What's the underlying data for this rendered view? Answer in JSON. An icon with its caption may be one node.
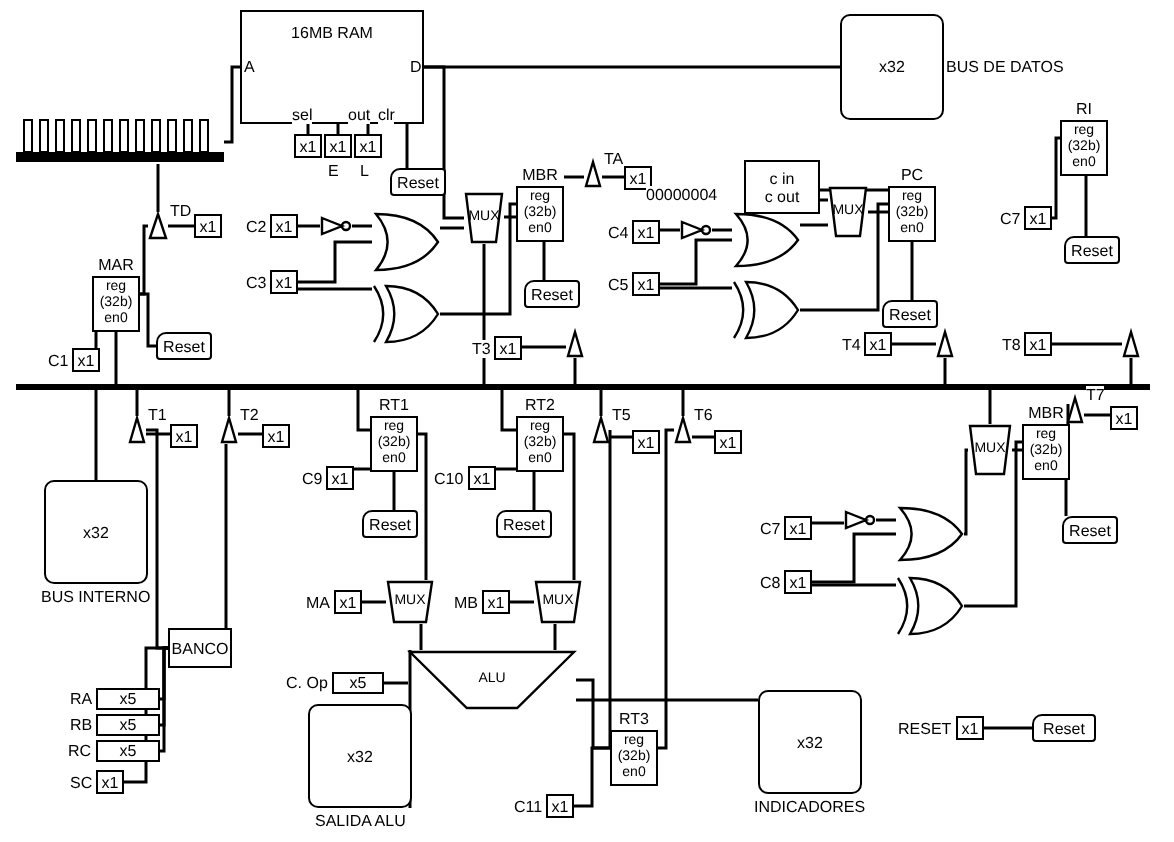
{
  "diagram": {
    "nodes": [
      {
        "text": [
          "16MB RAM"
        ]
      },
      {
        "text": [
          "x1"
        ]
      },
      {
        "text": [
          "x1"
        ]
      },
      {
        "text": [
          "x1"
        ]
      },
      {
        "text": [
          "Reset"
        ]
      },
      {
        "text": [
          "x32"
        ],
        "beside": [
          "BUS DE DATOS"
        ]
      },
      {
        "text": [],
        "shape": "bar"
      },
      {
        "text": [],
        "shape": "triangle",
        "beside": [
          "TD"
        ]
      },
      {
        "text": [
          "x1"
        ]
      },
      {
        "text": [
          "MAR",
          "reg (32b) en0"
        ]
      },
      {
        "text": [
          "x1"
        ],
        "beside": [
          "C1"
        ]
      },
      {
        "text": [
          "Reset"
        ]
      },
      {
        "text": [
          "x1"
        ],
        "beside": [
          "C2"
        ]
      },
      {
        "text": [
          "x1"
        ],
        "beside": [
          "C3"
        ]
      },
      {
        "text": [],
        "shape": "gate"
      },
      {
        "text": [],
        "shape": "gate"
      },
      {
        "text": [],
        "shape": "gate"
      },
      {
        "text": [
          "MUX"
        ]
      },
      {
        "text": [
          "MBR",
          "reg (32b) en0"
        ]
      },
      {
        "text": [
          "Reset"
        ]
      },
      {
        "text": [],
        "shape": "triangle",
        "beside": [
          "TA"
        ]
      },
      {
        "text": [
          "x1"
        ]
      },
      {
        "text": [],
        "shape": "triangle"
      },
      {
        "text": [
          "x1"
        ],
        "beside": [
          "T3"
        ]
      },
      {
        "text": [
          "c in",
          "c out"
        ]
      },
      {
        "text": [
          "MUX"
        ]
      },
      {
        "text": [
          "PC",
          "reg (32b) en0"
        ]
      },
      {
        "text": [
          "Reset"
        ]
      },
      {
        "text": [
          "x1"
        ],
        "beside": [
          "C4"
        ]
      },
      {
        "text": [
          "x1"
        ],
        "beside": [
          "C5"
        ]
      },
      {
        "text": [],
        "shape": "gate"
      },
      {
        "text": [],
        "shape": "gate"
      },
      {
        "text": [],
        "shape": "gate"
      },
      {
        "text": [
          "x1"
        ],
        "beside": [
          "T4"
        ]
      },
      {
        "text": [],
        "shape": "triangle"
      },
      {
        "text": [
          "RI",
          "reg (32b) en0"
        ]
      },
      {
        "text": [
          "x1"
        ],
        "beside": [
          "C7"
        ]
      },
      {
        "text": [
          "Reset"
        ]
      },
      {
        "text": [
          "x1"
        ],
        "beside": [
          "T8"
        ]
      },
      {
        "text": [],
        "shape": "triangle"
      },
      {
        "text": [],
        "shape": "triangle",
        "beside": [
          "T1"
        ]
      },
      {
        "text": [
          "x1"
        ]
      },
      {
        "text": [],
        "shape": "triangle",
        "beside": [
          "T2"
        ]
      },
      {
        "text": [
          "x1"
        ]
      },
      {
        "text": [
          "x32"
        ],
        "beside": [
          "BUS INTERNO"
        ]
      },
      {
        "text": [
          "RT1",
          "reg (32b) en0"
        ]
      },
      {
        "text": [
          "x1"
        ],
        "beside": [
          "C9"
        ]
      },
      {
        "text": [
          "Reset"
        ]
      },
      {
        "text": [
          "RT2",
          "reg (32b) en0"
        ]
      },
      {
        "text": [
          "x1"
        ],
        "beside": [
          "C10"
        ]
      },
      {
        "text": [
          "Reset"
        ]
      },
      {
        "text": [],
        "shape": "triangle",
        "beside": [
          "T5"
        ]
      },
      {
        "text": [
          "x1"
        ]
      },
      {
        "text": [],
        "shape": "triangle",
        "beside": [
          "T6"
        ]
      },
      {
        "text": [
          "x1"
        ]
      },
      {
        "text": [
          "MUX"
        ]
      },
      {
        "text": [
          "x1"
        ],
        "beside": [
          "MA"
        ]
      },
      {
        "text": [
          "MUX"
        ]
      },
      {
        "text": [
          "x1"
        ],
        "beside": [
          "MB"
        ]
      },
      {
        "text": [
          "BANCO"
        ]
      },
      {
        "text": [
          "x5"
        ],
        "beside": [
          "RA"
        ]
      },
      {
        "text": [
          "x5"
        ],
        "beside": [
          "RB"
        ]
      },
      {
        "text": [
          "x5"
        ],
        "beside": [
          "RC"
        ]
      },
      {
        "text": [
          "x1"
        ],
        "beside": [
          "SC"
        ]
      },
      {
        "text": [
          "ALU"
        ]
      },
      {
        "text": [
          "x5"
        ],
        "beside": [
          "C. Op"
        ]
      },
      {
        "text": [
          "x32"
        ],
        "beside": [
          "SALIDA ALU"
        ]
      },
      {
        "text": [
          "RT3",
          "reg (32b) en0"
        ]
      },
      {
        "text": [
          "x1"
        ],
        "beside": [
          "C11"
        ]
      },
      {
        "text": [
          "MUX"
        ]
      },
      {
        "text": [
          "MBR",
          "reg (32b) en0"
        ]
      },
      {
        "text": [],
        "shape": "triangle",
        "beside": [
          "T7"
        ]
      },
      {
        "text": [
          "x1"
        ]
      },
      {
        "text": [
          "Reset"
        ]
      },
      {
        "text": [
          "x1"
        ],
        "beside": [
          "C7"
        ]
      },
      {
        "text": [
          "x1"
        ],
        "beside": [
          "C8"
        ]
      },
      {
        "text": [],
        "shape": "gate"
      },
      {
        "text": [],
        "shape": "gate"
      },
      {
        "text": [],
        "shape": "gate"
      },
      {
        "text": [
          "x32"
        ],
        "beside": [
          "INDICADORES"
        ]
      },
      {
        "text": [
          "x1"
        ],
        "beside": [
          "RESET"
        ]
      },
      {
        "text": [
          "Reset"
        ]
      },
      {
        "text": [],
        "shape": "bar"
      }
    ],
    "edges": [
      {
        "from": 1,
        "to": 0,
        "arrow": "none"
      },
      {
        "from": 2,
        "to": 0,
        "arrow": "none"
      },
      {
        "from": 3,
        "to": 0,
        "arrow": "none"
      },
      {
        "from": 0,
        "to": 4,
        "arrow": "none"
      },
      {
        "from": 0,
        "to": 5,
        "arrow": "none"
      },
      {
        "from": 6,
        "to": 0,
        "arrow": "none"
      },
      {
        "from": 7,
        "to": 6,
        "arrow": "none"
      },
      {
        "from": 8,
        "to": 7,
        "arrow": "none"
      },
      {
        "from": 9,
        "to": 7,
        "arrow": "none"
      },
      {
        "from": 10,
        "to": 9,
        "arrow": "none"
      },
      {
        "from": 9,
        "to": 11,
        "arrow": "none"
      },
      {
        "from": 12,
        "to": 14,
        "arrow": "none"
      },
      {
        "from": 14,
        "to": 15,
        "arrow": "none"
      },
      {
        "from": 13,
        "to": 15,
        "arrow": "none"
      },
      {
        "from": 13,
        "to": 16,
        "arrow": "none"
      },
      {
        "from": 15,
        "to": 17,
        "arrow": "none"
      },
      {
        "from": 16,
        "to": 18,
        "arrow": "none"
      },
      {
        "from": 17,
        "to": 18,
        "arrow": "none"
      },
      {
        "from": 18,
        "to": 19,
        "arrow": "none"
      },
      {
        "from": 18,
        "to": 20,
        "arrow": "none"
      },
      {
        "from": 21,
        "to": 20,
        "arrow": "none"
      },
      {
        "from": 23,
        "to": 22,
        "arrow": "none"
      },
      {
        "from": 24,
        "to": 25,
        "arrow": "none"
      },
      {
        "from": 28,
        "to": 30,
        "arrow": "none"
      },
      {
        "from": 30,
        "to": 31,
        "arrow": "none"
      },
      {
        "from": 29,
        "to": 31,
        "arrow": "none"
      },
      {
        "from": 29,
        "to": 32,
        "arrow": "none"
      },
      {
        "from": 31,
        "to": 25,
        "arrow": "none"
      },
      {
        "from": 32,
        "to": 26,
        "arrow": "none"
      },
      {
        "from": 25,
        "to": 26,
        "arrow": "none"
      },
      {
        "from": 26,
        "to": 27,
        "arrow": "none"
      },
      {
        "from": 26,
        "to": 24,
        "arrow": "none"
      },
      {
        "from": 33,
        "to": 34,
        "arrow": "none"
      },
      {
        "from": 36,
        "to": 35,
        "arrow": "none"
      },
      {
        "from": 35,
        "to": 37,
        "arrow": "none"
      },
      {
        "from": 38,
        "to": 39,
        "arrow": "none"
      },
      {
        "from": 41,
        "to": 40,
        "arrow": "none"
      },
      {
        "from": 43,
        "to": 42,
        "arrow": "none"
      },
      {
        "from": 40,
        "to": 59,
        "arrow": "none"
      },
      {
        "from": 42,
        "to": 59,
        "arrow": "none"
      },
      {
        "from": 46,
        "to": 45,
        "arrow": "none"
      },
      {
        "from": 45,
        "to": 47,
        "arrow": "none"
      },
      {
        "from": 49,
        "to": 48,
        "arrow": "none"
      },
      {
        "from": 48,
        "to": 50,
        "arrow": "none"
      },
      {
        "from": 45,
        "to": 55,
        "arrow": "none"
      },
      {
        "from": 48,
        "to": 57,
        "arrow": "none"
      },
      {
        "from": 56,
        "to": 55,
        "arrow": "none"
      },
      {
        "from": 58,
        "to": 57,
        "arrow": "none"
      },
      {
        "from": 55,
        "to": 64,
        "arrow": "none"
      },
      {
        "from": 57,
        "to": 64,
        "arrow": "none"
      },
      {
        "from": 65,
        "to": 64,
        "arrow": "none"
      },
      {
        "from": 60,
        "to": 59,
        "arrow": "none"
      },
      {
        "from": 61,
        "to": 59,
        "arrow": "none"
      },
      {
        "from": 62,
        "to": 59,
        "arrow": "none"
      },
      {
        "from": 63,
        "to": 59,
        "arrow": "none"
      },
      {
        "from": 64,
        "to": 66,
        "arrow": "none"
      },
      {
        "from": 64,
        "to": 67,
        "arrow": "none"
      },
      {
        "from": 68,
        "to": 67,
        "arrow": "none"
      },
      {
        "from": 67,
        "to": 51,
        "arrow": "none"
      },
      {
        "from": 67,
        "to": 53,
        "arrow": "none"
      },
      {
        "from": 52,
        "to": 51,
        "arrow": "none"
      },
      {
        "from": 54,
        "to": 53,
        "arrow": "none"
      },
      {
        "from": 69,
        "to": 70,
        "arrow": "none"
      },
      {
        "from": 70,
        "to": 71,
        "arrow": "none"
      },
      {
        "from": 72,
        "to": 71,
        "arrow": "none"
      },
      {
        "from": 70,
        "to": 73,
        "arrow": "none"
      },
      {
        "from": 74,
        "to": 76,
        "arrow": "none"
      },
      {
        "from": 76,
        "to": 77,
        "arrow": "none"
      },
      {
        "from": 75,
        "to": 77,
        "arrow": "none"
      },
      {
        "from": 75,
        "to": 78,
        "arrow": "none"
      },
      {
        "from": 77,
        "to": 69,
        "arrow": "none"
      },
      {
        "from": 78,
        "to": 70,
        "arrow": "none"
      },
      {
        "from": 64,
        "to": 79,
        "arrow": "none"
      },
      {
        "from": 80,
        "to": 81,
        "arrow": "none"
      },
      {
        "from": 0,
        "to": 17,
        "arrow": "none"
      },
      {
        "from": 82,
        "to": 9,
        "arrow": "none"
      },
      {
        "from": 82,
        "to": 17,
        "arrow": "none"
      },
      {
        "from": 22,
        "to": 82,
        "arrow": "none"
      },
      {
        "from": 34,
        "to": 82,
        "arrow": "none"
      },
      {
        "from": 39,
        "to": 82,
        "arrow": "none"
      },
      {
        "from": 82,
        "to": 44,
        "arrow": "none"
      },
      {
        "from": 40,
        "to": 82,
        "arrow": "none"
      },
      {
        "from": 42,
        "to": 82,
        "arrow": "none"
      },
      {
        "from": 82,
        "to": 45,
        "arrow": "none"
      },
      {
        "from": 82,
        "to": 48,
        "arrow": "none"
      },
      {
        "from": 51,
        "to": 82,
        "arrow": "none"
      },
      {
        "from": 53,
        "to": 82,
        "arrow": "none"
      },
      {
        "from": 82,
        "to": 69,
        "arrow": "none"
      }
    ],
    "labels": [
      "A",
      "D",
      "sel",
      "out",
      "clr",
      "E",
      "L",
      "00000004"
    ]
  }
}
